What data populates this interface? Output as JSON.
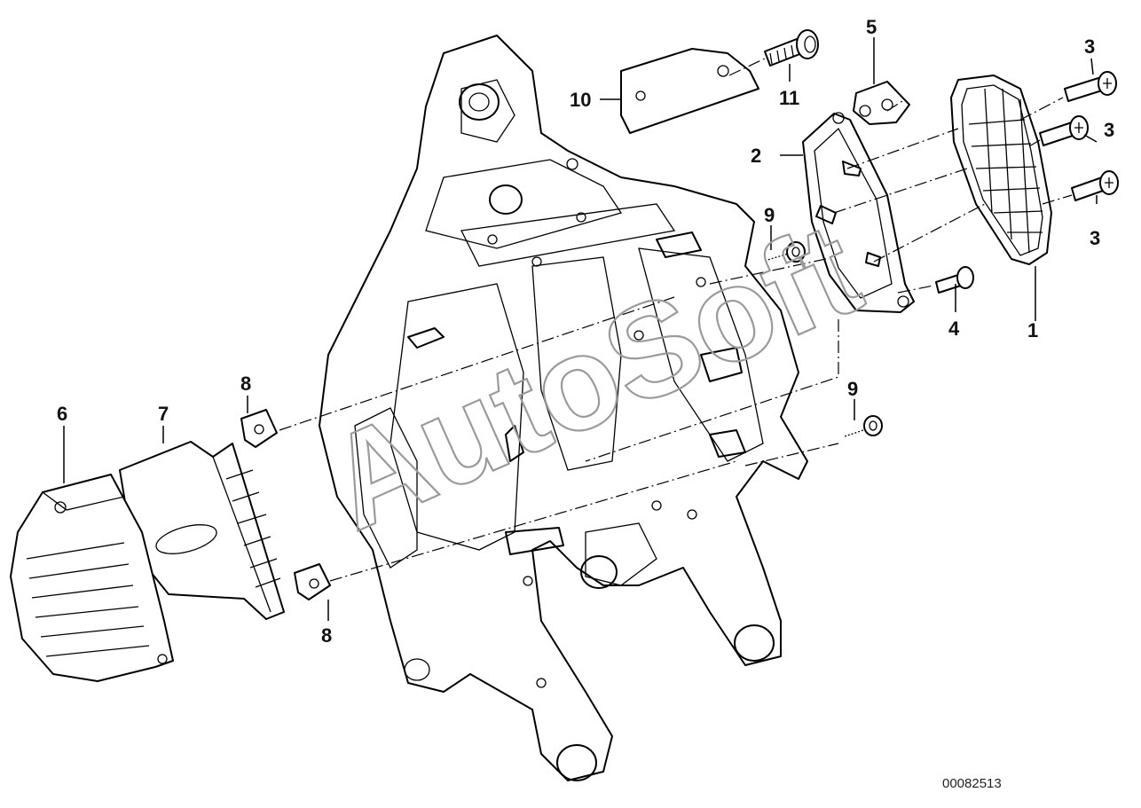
{
  "diagram": {
    "callouts": [
      "1",
      "2",
      "3",
      "3",
      "3",
      "4",
      "5",
      "6",
      "7",
      "8",
      "8",
      "9",
      "9",
      "10",
      "11"
    ],
    "watermark": "AutoSoft",
    "document_id": "00082513"
  },
  "colors": {
    "line": "#000000",
    "watermark": "#9a9a9a",
    "background": "#ffffff"
  }
}
